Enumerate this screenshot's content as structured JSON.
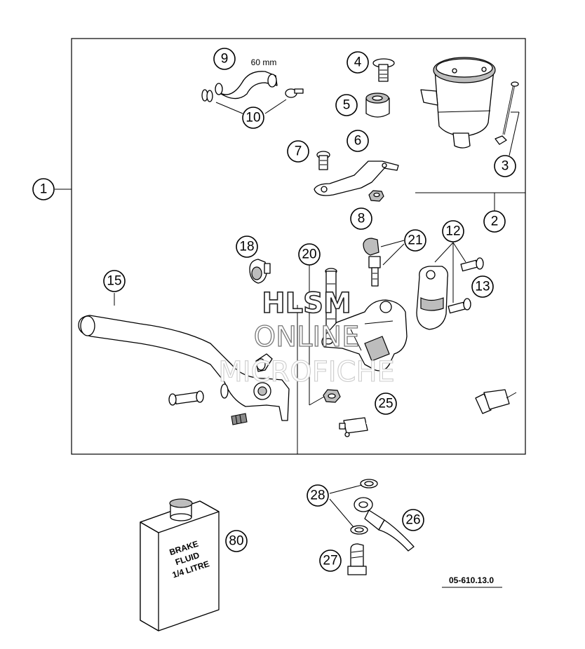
{
  "callouts": {
    "c1": "1",
    "c2": "2",
    "c3": "3",
    "c4": "4",
    "c5": "5",
    "c6": "6",
    "c7": "7",
    "c8": "8",
    "c9": "9",
    "c10": "10",
    "c12": "12",
    "c13": "13",
    "c15": "15",
    "c18": "18",
    "c20": "20",
    "c21": "21",
    "c25": "25",
    "c26": "26",
    "c27": "27",
    "c28": "28",
    "c80": "80"
  },
  "hose_length": "60 mm",
  "bottle": {
    "line1": "BRAKE",
    "line2": "FLUID",
    "line3": "1/4 LITRE"
  },
  "drawing_number": "05-610.13.0",
  "watermark": {
    "line1": "HLSM",
    "line2": "ONLINE",
    "line3": "MICROFICHE"
  }
}
